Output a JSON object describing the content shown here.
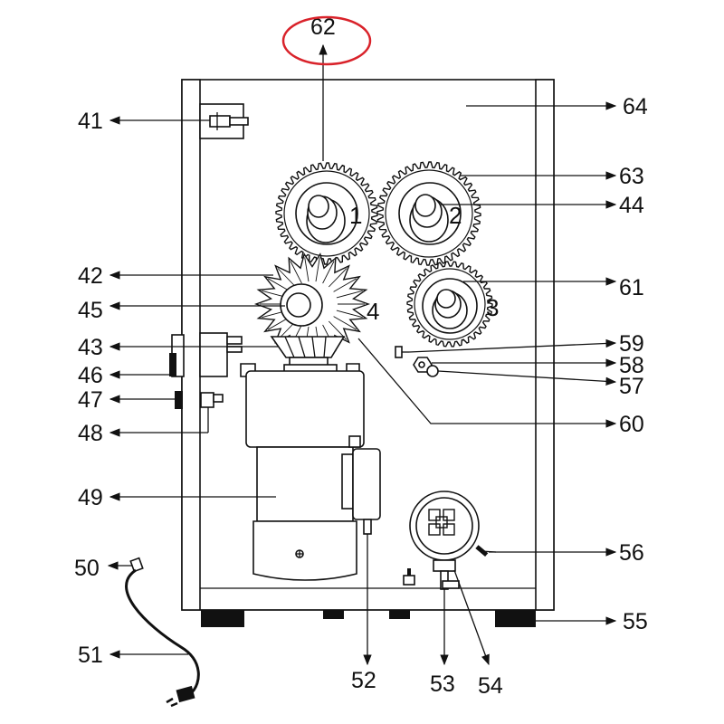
{
  "diagram": {
    "part_numbers": {
      "p41": "41",
      "p42": "42",
      "p43": "43",
      "p44": "44",
      "p45": "45",
      "p46": "46",
      "p47": "47",
      "p48": "48",
      "p49": "49",
      "p50": "50",
      "p51": "51",
      "p52": "52",
      "p53": "53",
      "p54": "54",
      "p55": "55",
      "p56": "56",
      "p57": "57",
      "p58": "58",
      "p59": "59",
      "p60": "60",
      "p61": "61",
      "p62": "62",
      "p63": "63",
      "p64": "64"
    },
    "gear_numbers": {
      "g1": "1",
      "g2": "2",
      "g3": "3",
      "g4": "4"
    },
    "highlight_color": "#d9222a"
  }
}
